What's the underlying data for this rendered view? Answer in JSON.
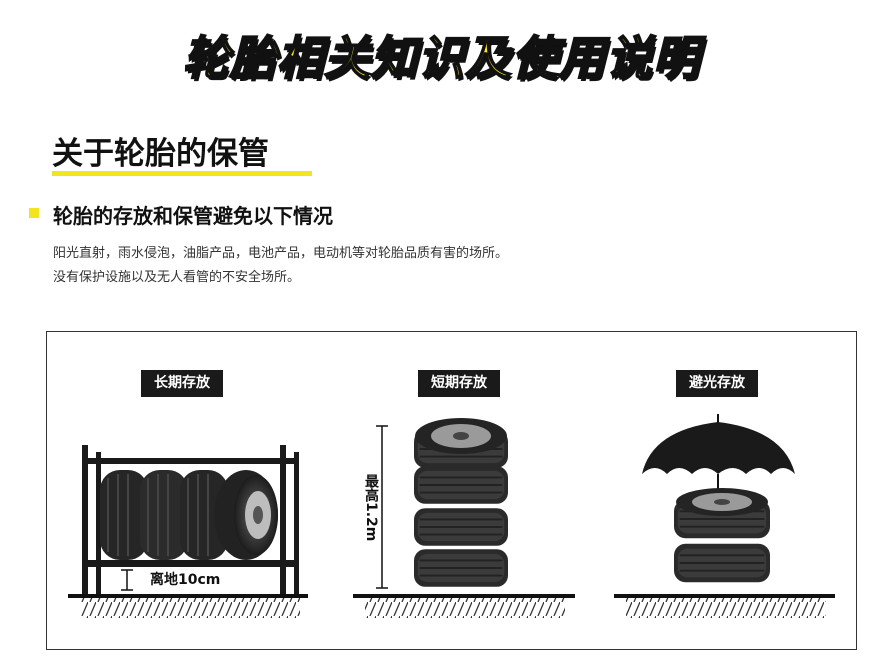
{
  "banner": {
    "title": "轮胎相关知识及使用说明"
  },
  "section": {
    "title": "关于轮胎的保管"
  },
  "subsection": {
    "heading": "轮胎的存放和保管避免以下情况",
    "lines": [
      "阳光直射，雨水侵泡，油脂产品，电池产品，电动机等对轮胎品质有害的场所。",
      "没有保护设施以及无人看管的不安全场所。"
    ]
  },
  "figure": {
    "panels": [
      {
        "tag": "长期存放",
        "annotation": "离地10cm"
      },
      {
        "tag": "短期存放",
        "annotation": "最高1.2m"
      },
      {
        "tag": "避光存放"
      }
    ]
  },
  "colors": {
    "accent": "#f3e51d",
    "dark": "#1a1a1a"
  }
}
